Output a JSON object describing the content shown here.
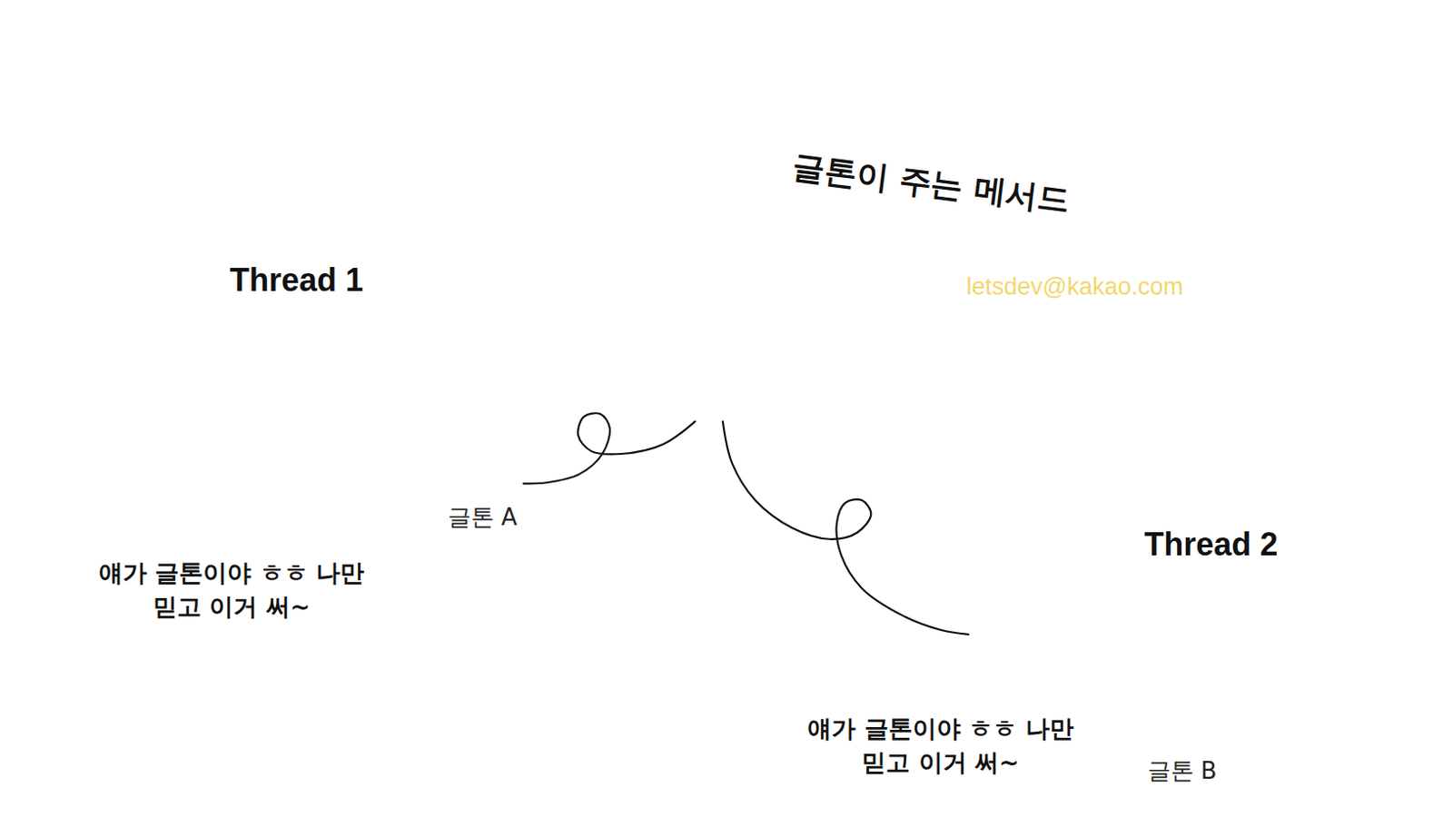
{
  "diagram": {
    "nodes": [
      {
        "text": [
          "Thread 1"
        ]
      },
      {
        "text": [
          "글톤이 주는 메서드"
        ]
      },
      {
        "text": [
          "letsdev@kakao.com"
        ],
        "in": 1
      },
      {
        "text": [
          "글톤 A"
        ]
      },
      {
        "text": [
          "얘가 글톤이야 ㅎㅎ 나만 믿고 이거 써~"
        ]
      },
      {
        "text": [
          "Thread 2"
        ]
      },
      {
        "text": [
          "얘가 글톤이야 ㅎㅎ 나만 믿고 이거 써~"
        ]
      },
      {
        "text": [
          "글톤 B"
        ]
      }
    ],
    "edges": [
      {
        "from": 1,
        "to": 3,
        "arrow": "none"
      },
      {
        "from": 1,
        "to": 7,
        "arrow": "none"
      }
    ]
  }
}
